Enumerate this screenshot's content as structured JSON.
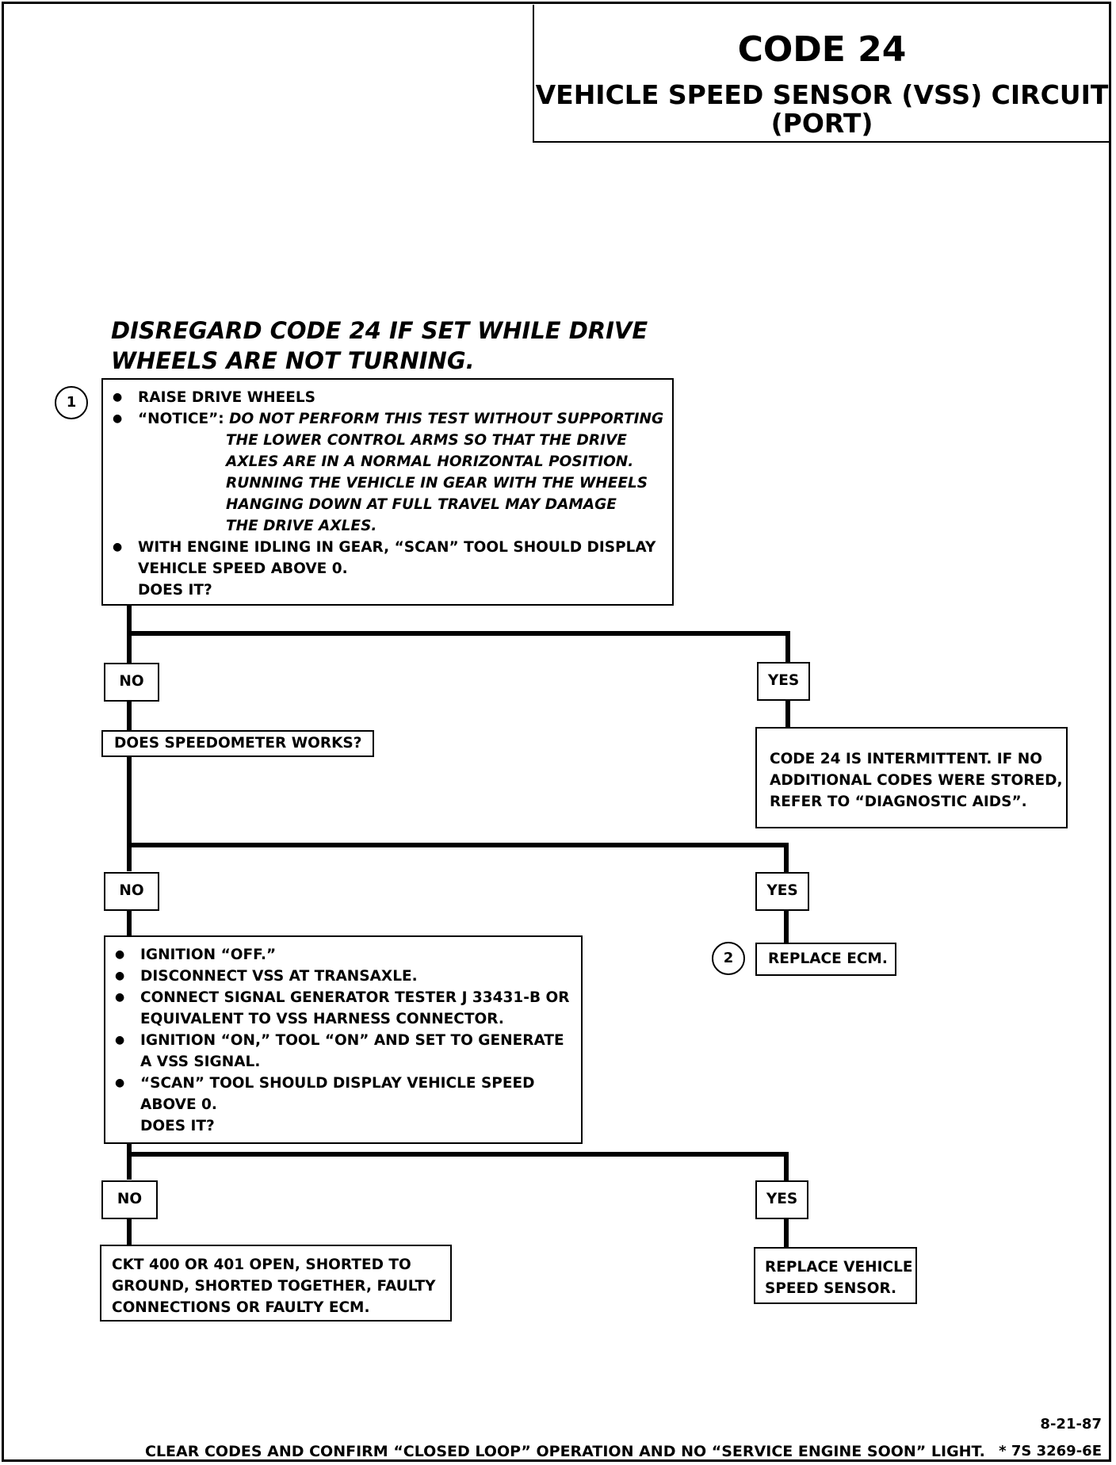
{
  "header": {
    "code": "CODE 24",
    "title_line1": "VEHICLE SPEED SENSOR (VSS) CIRCUIT",
    "title_line2": "(PORT)"
  },
  "warning": {
    "line1": "DISREGARD CODE 24 IF SET WHILE DRIVE",
    "line2": "WHEELS ARE NOT TURNING."
  },
  "step1": {
    "marker": "1",
    "b1": "RAISE DRIVE WHEELS",
    "b2_label": "“NOTICE”:",
    "b2_l1": "DO NOT PERFORM THIS TEST WITHOUT SUPPORTING",
    "b2_l2": "THE LOWER CONTROL ARMS SO THAT THE DRIVE",
    "b2_l3": "AXLES ARE IN A NORMAL HORIZONTAL POSITION.",
    "b2_l4": "RUNNING THE VEHICLE IN GEAR WITH THE WHEELS",
    "b2_l5": "HANGING DOWN AT FULL TRAVEL MAY DAMAGE",
    "b2_l6": "THE DRIVE AXLES.",
    "b3_l1": "WITH ENGINE IDLING IN GEAR, “SCAN” TOOL SHOULD DISPLAY",
    "b3_l2": "VEHICLE SPEED ABOVE 0.",
    "b3_l3": "DOES IT?"
  },
  "labels": {
    "no": "NO",
    "yes": "YES"
  },
  "speedometer": {
    "text": "DOES SPEEDOMETER WORKS?"
  },
  "intermittent": {
    "l1": "CODE 24 IS INTERMITTENT.  IF NO",
    "l2": "ADDITIONAL CODES WERE STORED,",
    "l3": "REFER TO “DIAGNOSTIC AIDS”."
  },
  "replace_ecm": {
    "marker": "2",
    "text": "REPLACE ECM."
  },
  "step3": {
    "b1": "IGNITION “OFF.”",
    "b2": "DISCONNECT VSS AT TRANSAXLE.",
    "b3_l1": "CONNECT SIGNAL GENERATOR TESTER  J 33431-B OR",
    "b3_l2": "EQUIVALENT TO VSS HARNESS CONNECTOR.",
    "b4_l1": "IGNITION “ON,” TOOL “ON” AND SET TO GENERATE",
    "b4_l2": "A VSS SIGNAL.",
    "b5_l1": "“SCAN” TOOL  SHOULD DISPLAY VEHICLE SPEED",
    "b5_l2": "ABOVE  0.",
    "b5_l3": "DOES IT?"
  },
  "ckt": {
    "l1": "CKT  400 OR 401 OPEN, SHORTED TO",
    "l2": "GROUND, SHORTED TOGETHER, FAULTY",
    "l3": "CONNECTIONS OR FAULTY ECM."
  },
  "replace_vss": {
    "l1": "REPLACE VEHICLE",
    "l2": "SPEED SENSOR."
  },
  "footer": {
    "text": "CLEAR CODES AND CONFIRM “CLOSED LOOP” OPERATION AND NO “SERVICE ENGINE SOON” LIGHT.",
    "date": "8-21-87",
    "doc_number": "* 7S  3269-6E"
  }
}
